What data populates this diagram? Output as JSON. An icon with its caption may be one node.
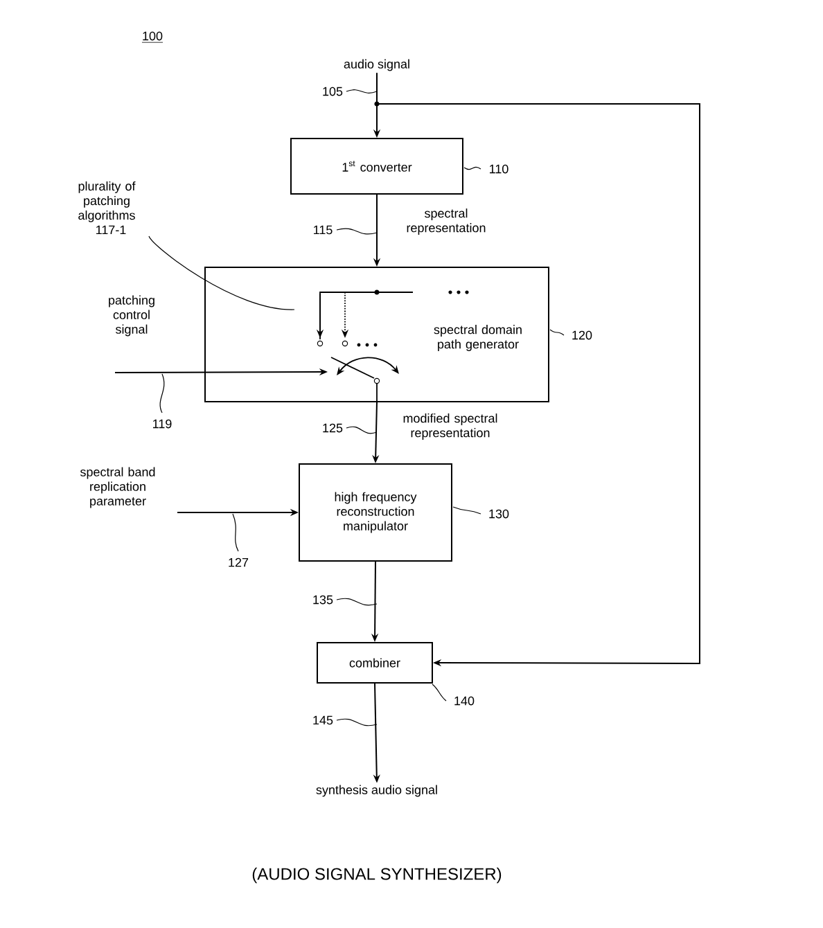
{
  "diagram": {
    "caption": "(AUDIO SIGNAL SYNTHESIZER)",
    "nodes": [
      {
        "text": [
          "audio signal"
        ]
      },
      {
        "text": [
          "1$^{st}$ converter"
        ],
        "beside": [
          "110"
        ]
      },
      {
        "text": [
          "spectral domain path generator"
        ],
        "beside": [
          "120"
        ]
      },
      {
        "text": [
          "high frequency reconstruction manipulator"
        ],
        "beside": [
          "130"
        ]
      },
      {
        "text": [
          "combiner"
        ],
        "beside": [
          "140"
        ]
      },
      {
        "text": [
          "synthesis audio signal"
        ]
      },
      {
        "text": [
          "plurality of patching algorithms",
          "117-1"
        ]
      }
    ],
    "edges": [
      {
        "from": 0,
        "to": 1,
        "arrow": "to"
      },
      {
        "from": 0,
        "to": 4,
        "arrow": "to"
      },
      {
        "from": 1,
        "to": 2,
        "arrow": "to",
        "label": "spectral representation"
      },
      {
        "from": null,
        "to": 2,
        "arrow": "to",
        "label": "patching control signal"
      },
      {
        "from": 2,
        "to": 3,
        "arrow": "to",
        "label": "modified spectral representation"
      },
      {
        "from": null,
        "to": 3,
        "arrow": "to",
        "label": "spectral band replication parameter"
      },
      {
        "from": 3,
        "to": 4,
        "arrow": "to"
      },
      {
        "from": 4,
        "to": 5,
        "arrow": "to"
      },
      {
        "from": 6,
        "to": 2,
        "arrow": "none"
      }
    ],
    "labels": [
      "100",
      "105",
      "115",
      "119",
      "125",
      "127",
      "135",
      "145"
    ]
  }
}
